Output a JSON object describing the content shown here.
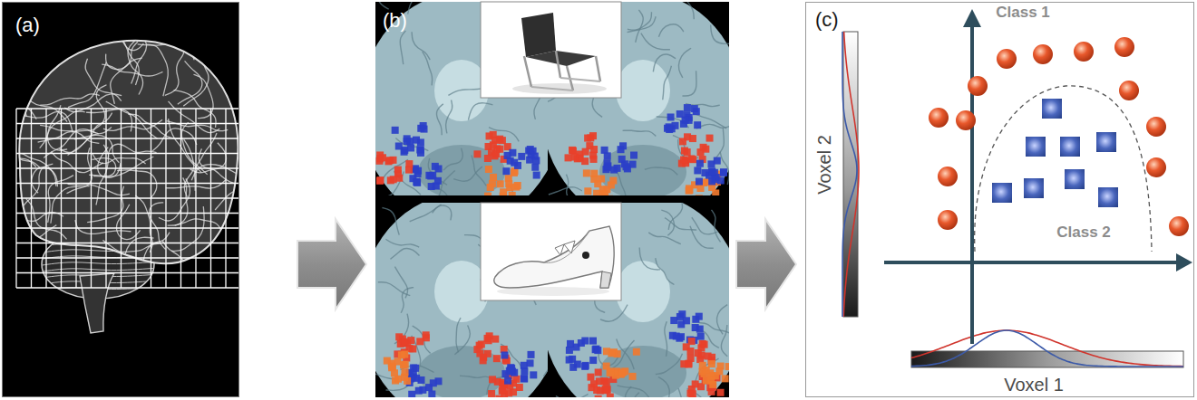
{
  "diagram": {
    "nodes": [
      {
        "text": [
          "(a)"
        ]
      },
      {
        "text": [
          "(b)"
        ]
      },
      {
        "text": [
          "(c)"
        ]
      }
    ],
    "edges": [
      {
        "from": 0,
        "to": 1,
        "arrow": "to"
      },
      {
        "from": 1,
        "to": 2,
        "arrow": "to"
      }
    ],
    "labels": [
      "Class 1",
      "Class 2",
      "Voxel 2",
      "Voxel 1"
    ]
  }
}
